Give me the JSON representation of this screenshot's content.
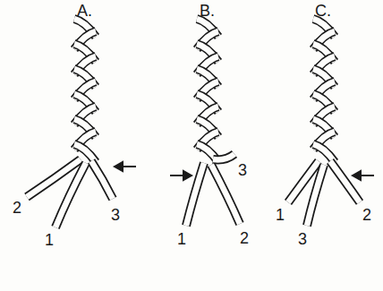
{
  "diagram": {
    "labels": [
      "A.",
      "B.",
      "C.",
      "2",
      "1",
      "3",
      "1",
      "3",
      "2",
      "1",
      "3",
      "2"
    ]
  }
}
